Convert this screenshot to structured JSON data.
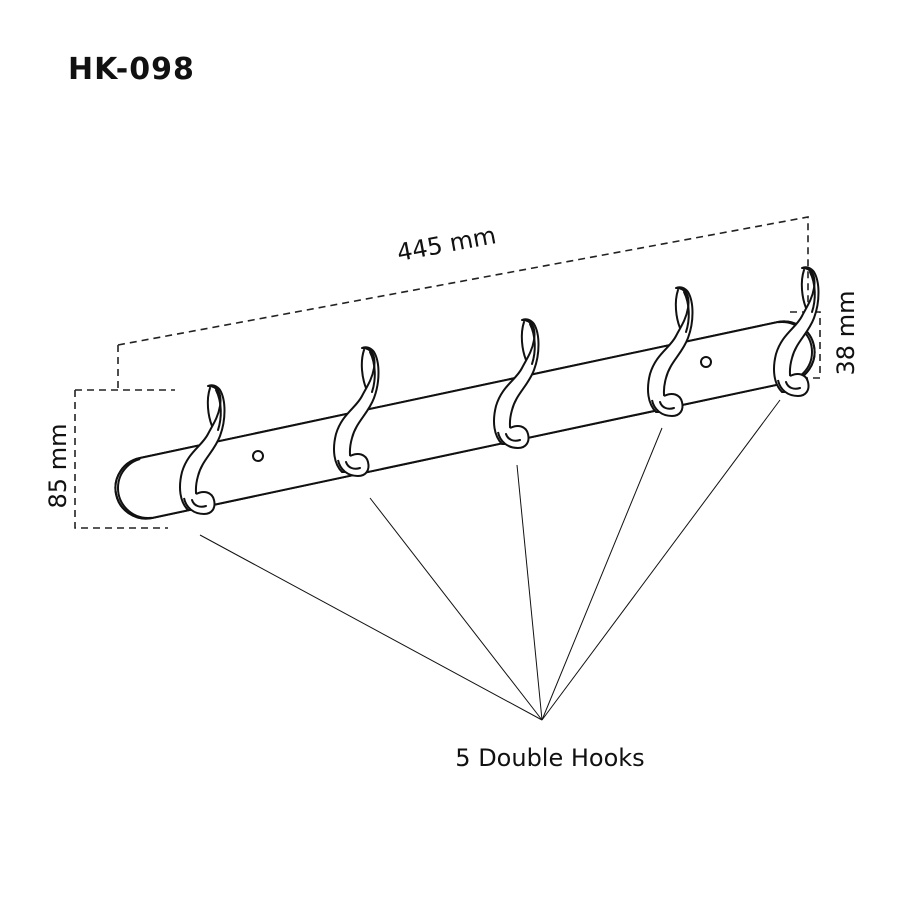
{
  "product": {
    "model_code": "HK-098"
  },
  "dimensions": {
    "length": "445 mm",
    "height": "85 mm",
    "depth": "38 mm"
  },
  "callout": {
    "label": "5 Double Hooks",
    "hook_count": 5
  },
  "colors": {
    "line": "#111111",
    "background": "#ffffff"
  }
}
